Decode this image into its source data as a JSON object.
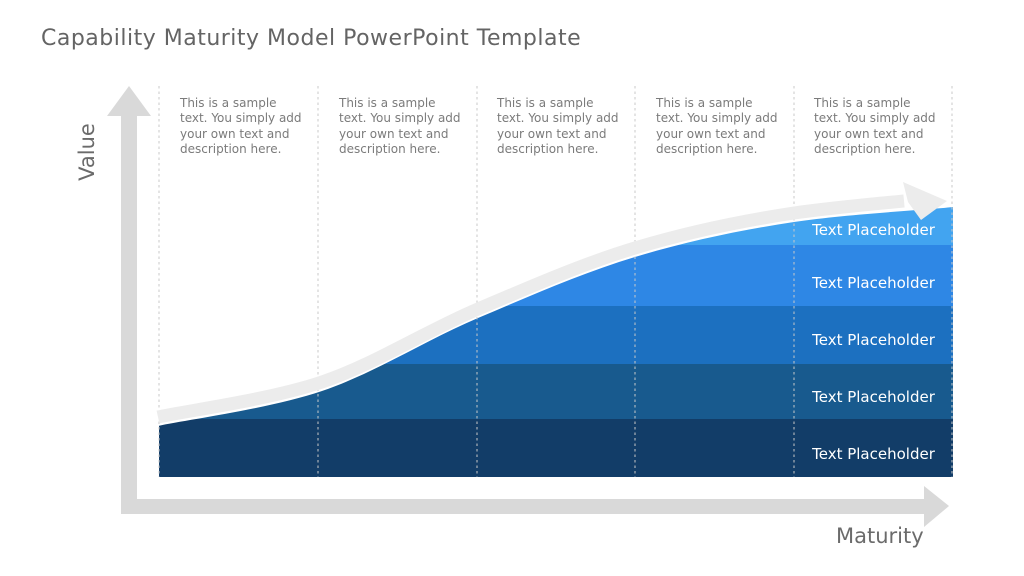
{
  "slide": {
    "title": "Capability Maturity Model PowerPoint Template"
  },
  "axes": {
    "y_label": "Value",
    "x_label": "Maturity"
  },
  "columns": [
    {
      "text": "This is a sample text. You simply add your own text and description here."
    },
    {
      "text": "This is a sample text. You simply add your own text and description here."
    },
    {
      "text": "This is a sample text. You simply add your own text and description here."
    },
    {
      "text": "This is a sample text. You simply add your own text and description here."
    },
    {
      "text": "This is a sample text. You simply add your own text and description here."
    }
  ],
  "bands": [
    {
      "label": "Text Placeholder",
      "color": "#42A4F0"
    },
    {
      "label": "Text Placeholder",
      "color": "#2E87E5"
    },
    {
      "label": "Text Placeholder",
      "color": "#1C70C0"
    },
    {
      "label": "Text Placeholder",
      "color": "#185A8E"
    },
    {
      "label": "Text Placeholder",
      "color": "#123D68"
    }
  ],
  "colors": {
    "axis": "#D9D9D9",
    "swoosh": "#ECECEC",
    "dashed_line": "#C9C9C9",
    "mask": "#FFFFFF",
    "title_text": "#646464",
    "body_text": "#7B7B7B",
    "band_label_text": "#FFFFFF"
  }
}
